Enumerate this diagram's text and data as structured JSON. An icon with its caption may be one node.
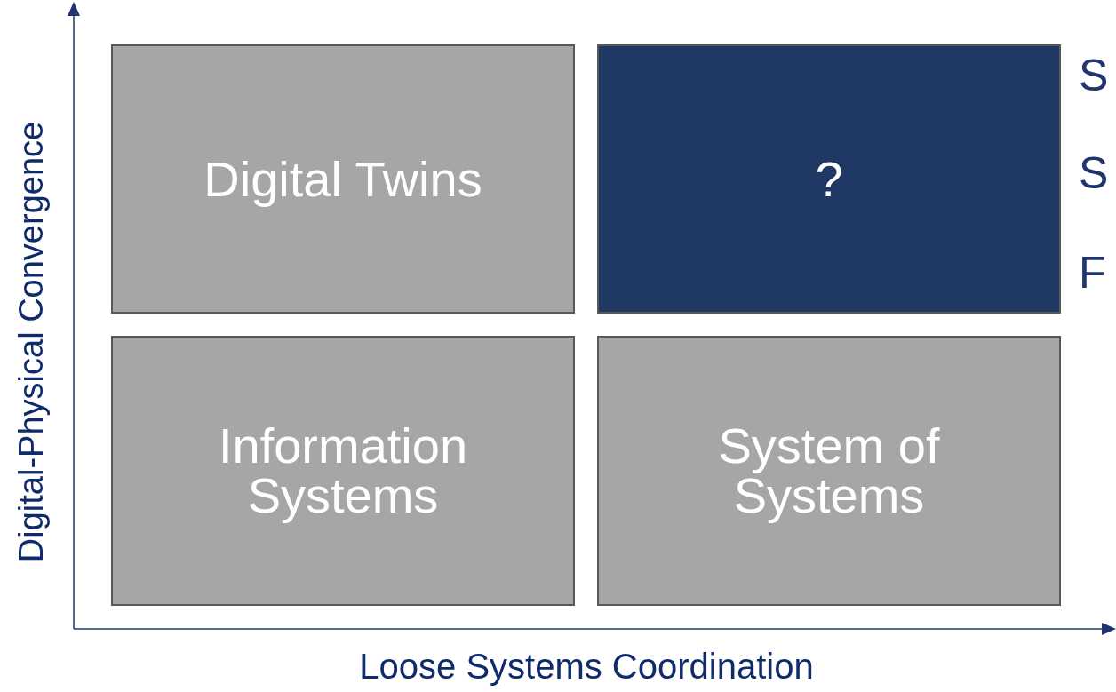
{
  "diagram": {
    "nodes": [
      {
        "text": [
          "Digital Twins"
        ]
      },
      {
        "text": [
          "?"
        ]
      },
      {
        "text": [
          "Information Systems"
        ]
      },
      {
        "text": [
          "System of Systems"
        ]
      }
    ],
    "labels": [
      "S",
      "S",
      "F",
      "Digital-Physical Convergence",
      "Loose Systems Coordination"
    ]
  }
}
